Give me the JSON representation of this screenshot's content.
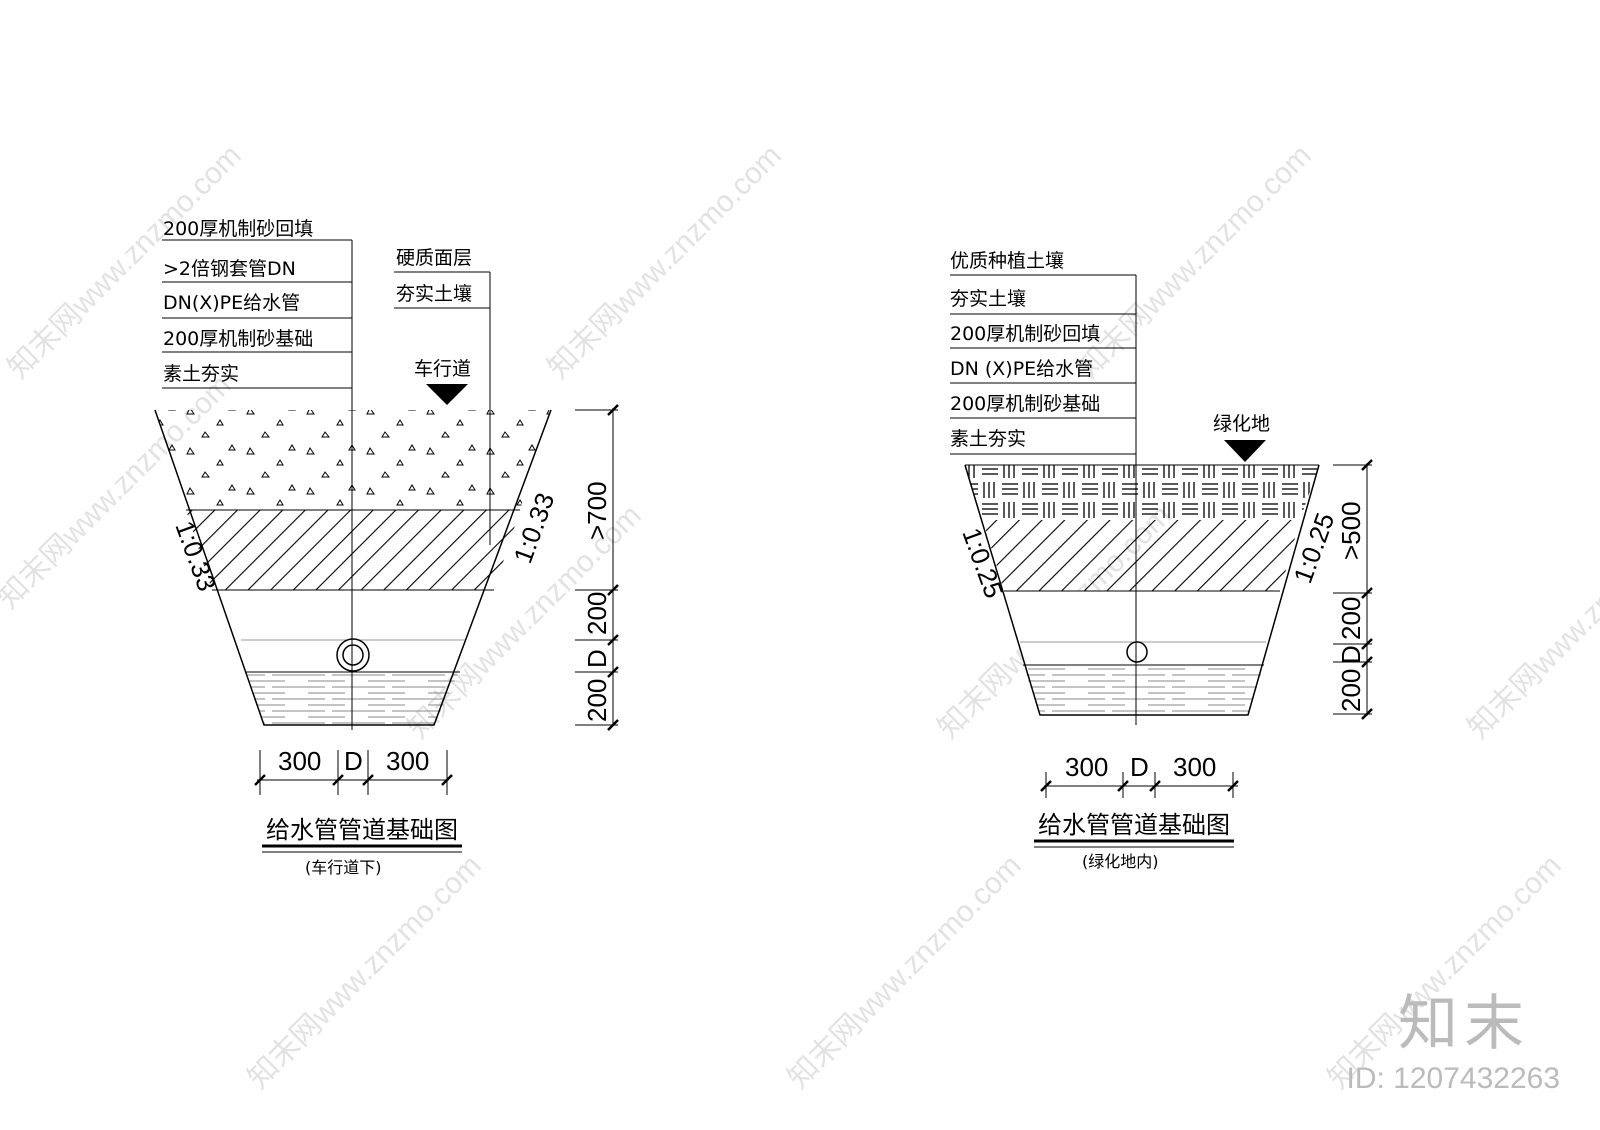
{
  "watermark": "知末网www.znzmo.com",
  "logo": "知末",
  "id_text": "ID: 1207432263",
  "left": {
    "labels": [
      "200厚机制砂回填",
      ">2倍钢套管DN",
      "DN(X)PE给水管",
      "200厚机制砂基础",
      "素土夯实"
    ],
    "labels_right": [
      "硬质面层",
      "夯实土壤"
    ],
    "ground": "车行道",
    "slope": "1:0.33",
    "dims_v": [
      ">700",
      "200",
      "D",
      "200"
    ],
    "dims_h": [
      "300",
      "D",
      "300"
    ],
    "title": "给水管管道基础图",
    "subtitle": "(车行道下)"
  },
  "right": {
    "labels": [
      "优质种植土壤",
      "夯实土壤",
      "200厚机制砂回填",
      "DN (X)PE给水管",
      "200厚机制砂基础",
      "素土夯实"
    ],
    "ground": "绿化地",
    "slope": "1:0.25",
    "dims_v": [
      ">500",
      "200",
      "D",
      "200"
    ],
    "dims_h": [
      "300",
      "D",
      "300"
    ],
    "title": "给水管管道基础图",
    "subtitle": "(绿化地内)"
  }
}
